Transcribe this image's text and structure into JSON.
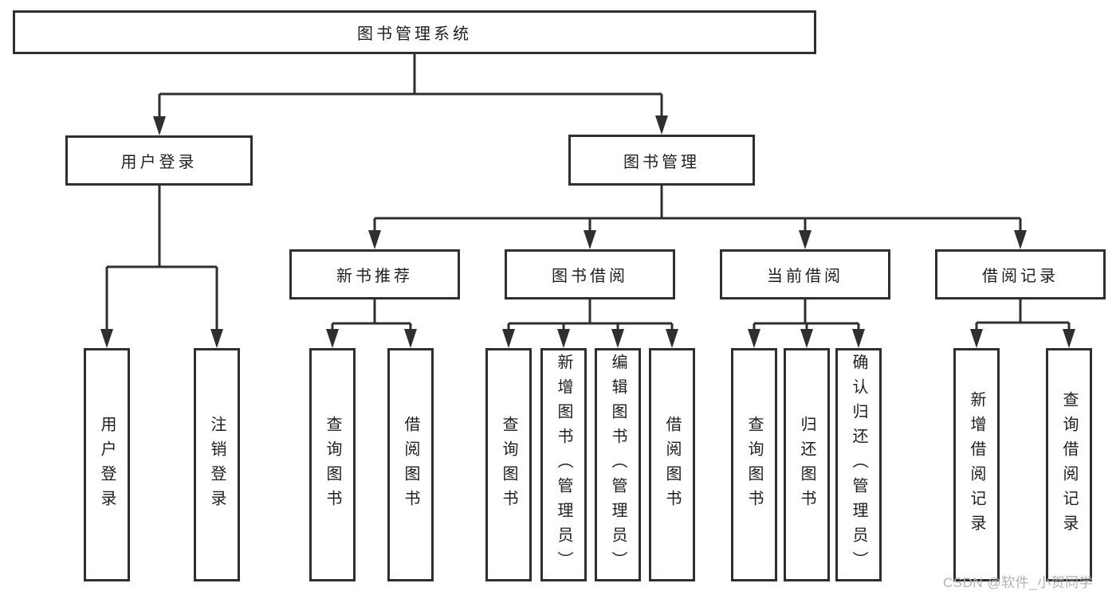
{
  "diagram": {
    "type": "hierarchy-tree",
    "title": "图书管理系统"
  },
  "nodes": [
    {
      "id": "root",
      "label": "图书管理系统",
      "parent": null,
      "level": 1
    },
    {
      "id": "user-login",
      "label": "用户登录",
      "parent": "root",
      "level": 2
    },
    {
      "id": "book-mgmt",
      "label": "图书管理",
      "parent": "root",
      "level": 2
    },
    {
      "id": "new-book-rec",
      "label": "新书推荐",
      "parent": "book-mgmt",
      "level": 3
    },
    {
      "id": "book-borrow",
      "label": "图书借阅",
      "parent": "book-mgmt",
      "level": 3
    },
    {
      "id": "current-borrow",
      "label": "当前借阅",
      "parent": "book-mgmt",
      "level": 3
    },
    {
      "id": "borrow-records",
      "label": "借阅记录",
      "parent": "book-mgmt",
      "level": 3
    },
    {
      "id": "leaf-user-login",
      "label": "用户登录",
      "parent": "user-login",
      "level": 4
    },
    {
      "id": "leaf-logout",
      "label": "注销登录",
      "parent": "user-login",
      "level": 4
    },
    {
      "id": "leaf-query-book-1",
      "label": "查询图书",
      "parent": "new-book-rec",
      "level": 4
    },
    {
      "id": "leaf-borrow-book-1",
      "label": "借阅图书",
      "parent": "new-book-rec",
      "level": 4
    },
    {
      "id": "leaf-query-book-2",
      "label": "查询图书",
      "parent": "book-borrow",
      "level": 4
    },
    {
      "id": "leaf-add-book",
      "label": "新增图书（管理员）",
      "parent": "book-borrow",
      "level": 4
    },
    {
      "id": "leaf-edit-book",
      "label": "编辑图书（管理员）",
      "parent": "book-borrow",
      "level": 4
    },
    {
      "id": "leaf-borrow-book-2",
      "label": "借阅图书",
      "parent": "book-borrow",
      "level": 4
    },
    {
      "id": "leaf-query-book-3",
      "label": "查询图书",
      "parent": "current-borrow",
      "level": 4
    },
    {
      "id": "leaf-return-book",
      "label": "归还图书",
      "parent": "current-borrow",
      "level": 4
    },
    {
      "id": "leaf-confirm-return",
      "label": "确认归还（管理员）",
      "parent": "current-borrow",
      "level": 4
    },
    {
      "id": "leaf-add-borrow-record",
      "label": "新增借阅记录",
      "parent": "borrow-records",
      "level": 4
    },
    {
      "id": "leaf-query-borrow-record",
      "label": "查询借阅记录",
      "parent": "borrow-records",
      "level": 4
    }
  ],
  "watermark": {
    "text": "CSDN @软件_小贺同学"
  },
  "colors": {
    "line": "#2f2f2f",
    "box_border": "#2f2f2f",
    "box_fill": "#ffffff",
    "text": "#1f1f1f",
    "watermark": "#b3b3b3"
  }
}
